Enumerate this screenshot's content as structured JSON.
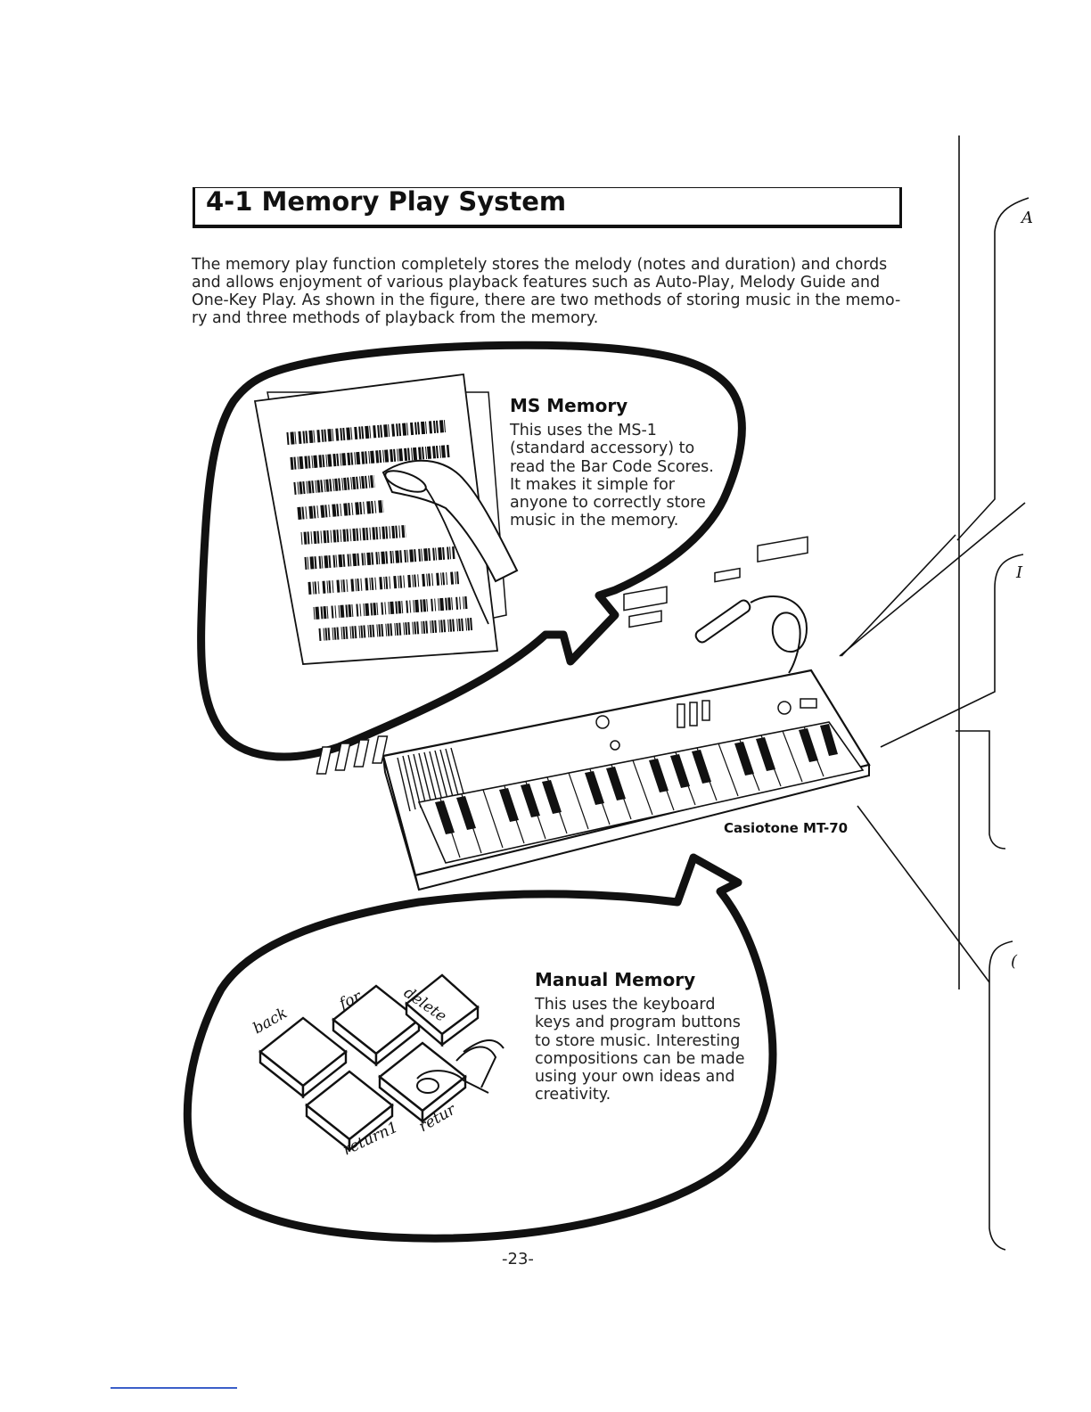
{
  "section": {
    "title": "4-1 Memory Play System"
  },
  "intro": {
    "lines": [
      "The memory play function completely stores the melody (notes and duration) and chords",
      "and allows enjoyment of various playback features such as Auto-Play, Melody Guide and",
      "One-Key Play. As shown in the figure, there are two methods of storing music in the memo-",
      "ry and three methods of playback from the memory."
    ]
  },
  "ms_memory": {
    "title": "MS Memory",
    "lines": [
      "This uses the MS-1",
      "(standard accessory) to",
      "read the Bar Code Scores.",
      "It makes it simple for",
      "anyone to correctly store",
      "music in the memory."
    ]
  },
  "manual_memory": {
    "title": "Manual Memory",
    "lines": [
      "This uses the keyboard",
      "keys and program buttons",
      "to store music. Interesting",
      "compositions can be made",
      "using your own ideas and",
      "creativity."
    ]
  },
  "figure": {
    "keyboard_caption": "Casiotone MT-70",
    "button_labels": {
      "back": "back",
      "for": "for",
      "delete": "delete",
      "return1": "return1",
      "return2": "retur"
    },
    "right_edge_letters": [
      "A",
      "I",
      "("
    ]
  },
  "page_number": "-23-",
  "colors": {
    "ink": "#111111",
    "text": "#222222",
    "footer_link": "#3b5fc9"
  }
}
